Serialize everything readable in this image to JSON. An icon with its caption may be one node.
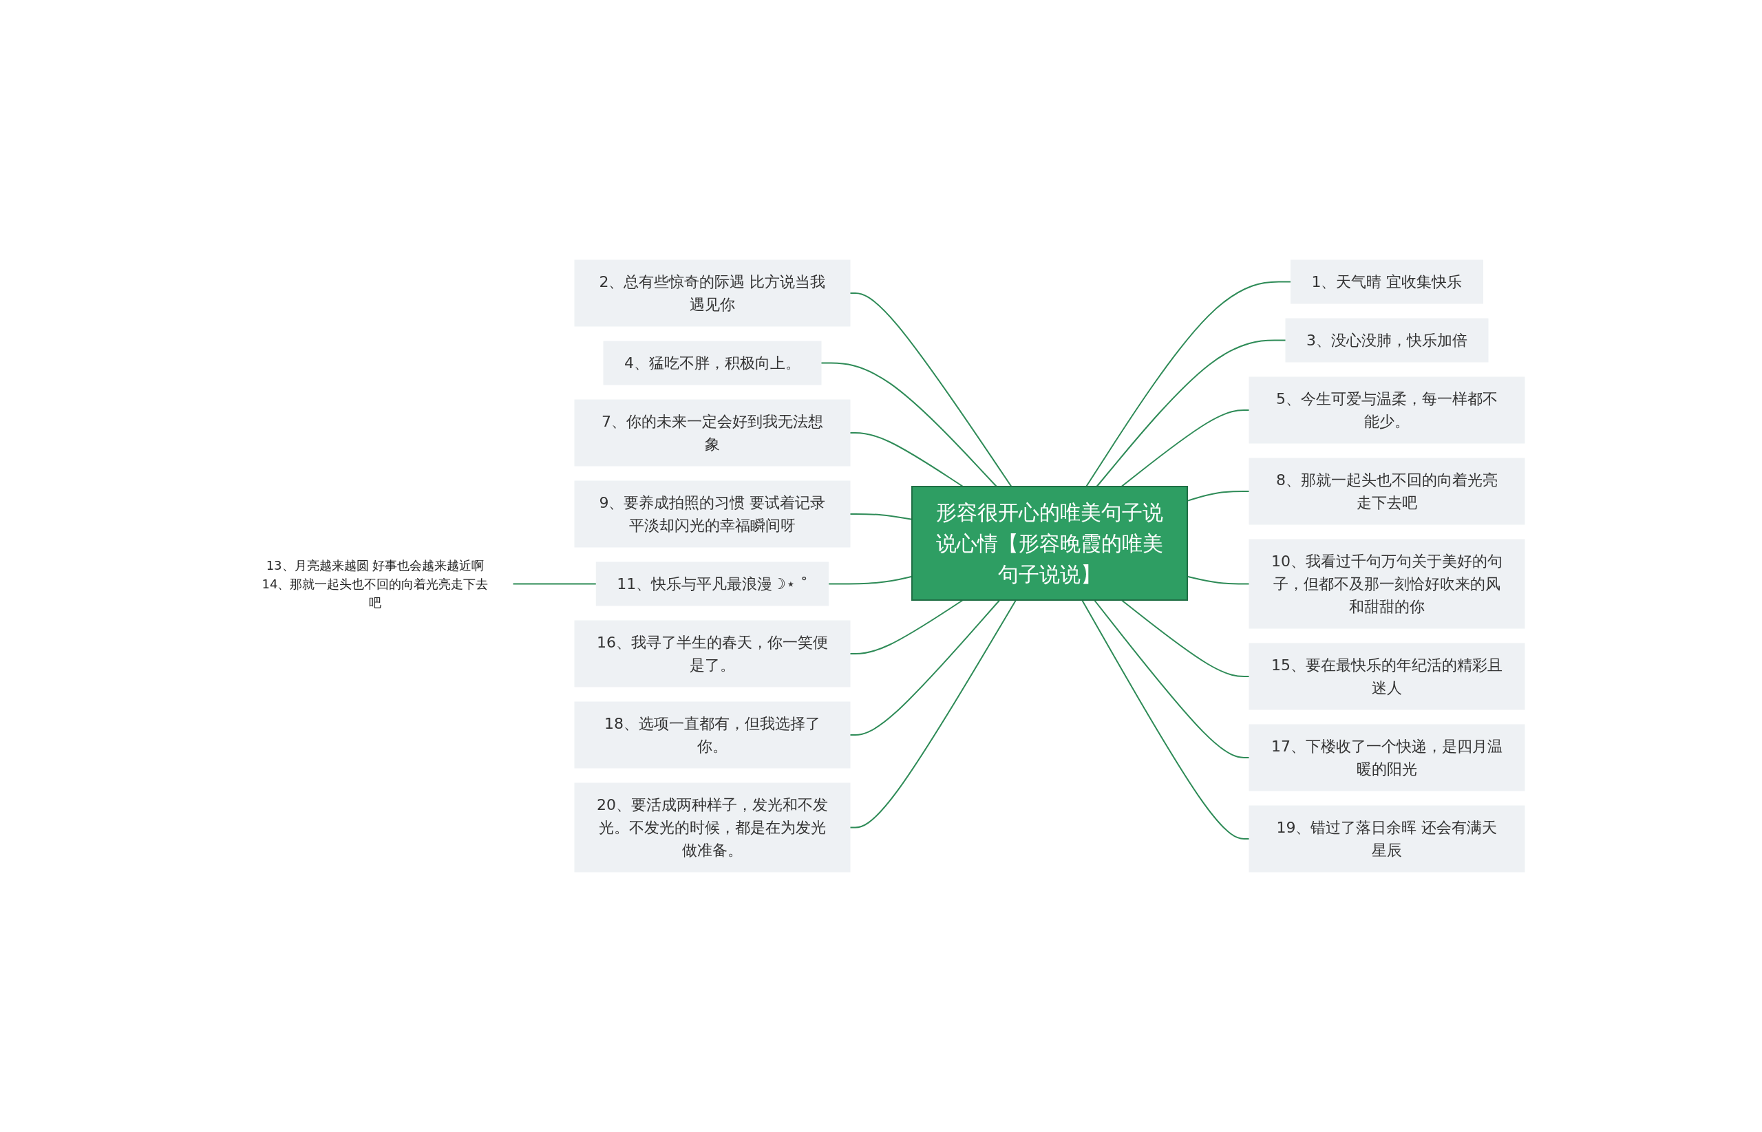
{
  "diagram": {
    "nodes": [
      {
        "text": [
          "形容很开心的唯美句子说说心情【形容晚霞的唯美句子说说】"
        ]
      },
      {
        "text": [
          "1、天气晴 宜收集快乐"
        ]
      },
      {
        "text": [
          "2、总有些惊奇的际遇 比方说当我遇见你"
        ]
      },
      {
        "text": [
          "3、没心没肺，快乐加倍"
        ]
      },
      {
        "text": [
          "4、猛吃不胖，积极向上。"
        ]
      },
      {
        "text": [
          "5、今生可爱与温柔，每一样都不能少。"
        ]
      },
      {
        "text": [
          "7、你的未来一定会好到我无法想象"
        ]
      },
      {
        "text": [
          "8、那就一起头也不回的向着光亮走下去吧"
        ]
      },
      {
        "text": [
          "9、要养成拍照的习惯 要试着记录平淡却闪光的幸福瞬间呀"
        ]
      },
      {
        "text": [
          "10、我看过千句万句关于美好的句子，但都不及那一刻恰好吹来的风和甜甜的你"
        ]
      },
      {
        "text": [
          "11、快乐与平凡最浪漫☽⋆ ˚"
        ]
      },
      {
        "text": [
          "13、月亮越来越圆 好事也会越来越近啊14、那就一起头也不回的向着光亮走下去吧"
        ]
      },
      {
        "text": [
          "15、要在最快乐的年纪活的精彩且迷人"
        ]
      },
      {
        "text": [
          "16、我寻了半生的春天，你一笑便是了。"
        ]
      },
      {
        "text": [
          "17、下楼收了一个快递，是四月温暖的阳光"
        ]
      },
      {
        "text": [
          "18、选项一直都有，但我选择了你。"
        ]
      },
      {
        "text": [
          "19、错过了落日余晖 还会有满天星辰"
        ]
      },
      {
        "text": [
          "20、要活成两种样子，发光和不发光。不发光的时候，都是在为发光做准备。"
        ]
      }
    ],
    "edges": [
      {
        "from": 0,
        "to": 1,
        "arrow": "none"
      },
      {
        "from": 0,
        "to": 2,
        "arrow": "none"
      },
      {
        "from": 0,
        "to": 3,
        "arrow": "none"
      },
      {
        "from": 0,
        "to": 4,
        "arrow": "none"
      },
      {
        "from": 0,
        "to": 5,
        "arrow": "none"
      },
      {
        "from": 0,
        "to": 6,
        "arrow": "none"
      },
      {
        "from": 0,
        "to": 7,
        "arrow": "none"
      },
      {
        "from": 0,
        "to": 8,
        "arrow": "none"
      },
      {
        "from": 0,
        "to": 9,
        "arrow": "none"
      },
      {
        "from": 0,
        "to": 10,
        "arrow": "none"
      },
      {
        "from": 10,
        "to": 11,
        "arrow": "none"
      },
      {
        "from": 0,
        "to": 12,
        "arrow": "none"
      },
      {
        "from": 0,
        "to": 13,
        "arrow": "none"
      },
      {
        "from": 0,
        "to": 14,
        "arrow": "none"
      },
      {
        "from": 0,
        "to": 15,
        "arrow": "none"
      },
      {
        "from": 0,
        "to": 16,
        "arrow": "none"
      },
      {
        "from": 0,
        "to": 17,
        "arrow": "none"
      }
    ]
  }
}
